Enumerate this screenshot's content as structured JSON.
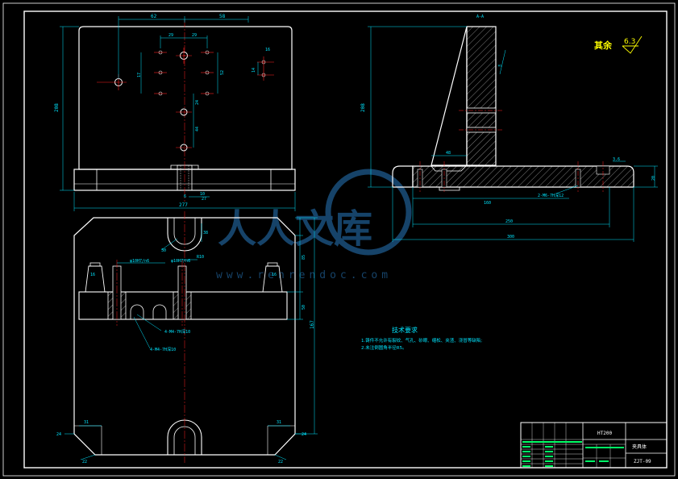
{
  "colors": {
    "background": "#000000",
    "outline": "#ffffff",
    "dimension": "#00e5ff",
    "centerline": "#ff2020",
    "note": "#ffff00",
    "titleblock_green": "#00ff66",
    "watermark": "#1e5a8c"
  },
  "section_label": "A-A",
  "roughness": {
    "text": "其余",
    "value": "6.3"
  },
  "front_view": {
    "dims": {
      "d62": "62",
      "d58": "58",
      "d29a": "29",
      "d29b": "29",
      "d17": "17",
      "d52": "52",
      "d14": "14",
      "d16": "16",
      "d24": "24",
      "d44": "44",
      "d208": "208",
      "d6": "6",
      "d10": "10",
      "d27": "27",
      "d277": "277"
    }
  },
  "section_view": {
    "dims": {
      "d5": "5",
      "d208": "208",
      "d48": "48",
      "d36": "3.6",
      "d20": "20",
      "hole_note": "2-M6-7H深12",
      "d160": "160",
      "d250": "250",
      "d300": "300"
    }
  },
  "top_view": {
    "dims": {
      "d38": "38",
      "d30": "30",
      "r10": "R10",
      "fit1": "φ10H7/n6",
      "fit2": "φ10H7/n6",
      "d16a": "16",
      "d16b": "16",
      "d85": "85",
      "d50": "50",
      "d167": "167",
      "d31a": "31",
      "d31b": "31",
      "d24a": "24",
      "d24b": "24",
      "d22a": "22",
      "d22b": "22",
      "hole1": "4-M4-7H深10",
      "hole2": "4-M4-7H深10"
    }
  },
  "tech_requirements": {
    "title": "技术要求",
    "items": [
      "1.铸件不允许有裂纹、气孔、砂眼、缩松、夹渣、浇冒等缺陷;",
      "2.未注倒圆角半径R5。"
    ]
  },
  "title_block": {
    "material": "HT200",
    "part_name": "夹具体",
    "drawing_no": "ZJT-09"
  },
  "watermark": {
    "cn": "人人文库",
    "url": "www.renrendoc.com"
  }
}
